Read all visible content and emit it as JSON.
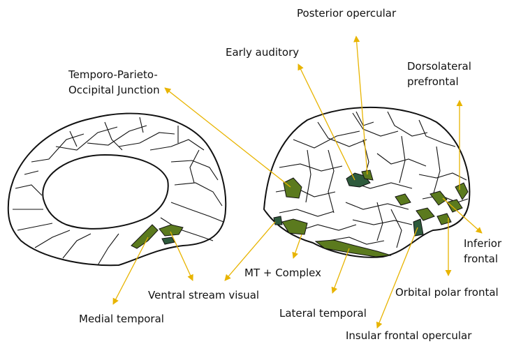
{
  "colors": {
    "arrow": "#e8b400",
    "region_fill": "#5b7a1e",
    "region_fill_dark": "#2e5a3c",
    "outline": "#111111"
  },
  "labels": {
    "posterior_opercular": "Posterior opercular",
    "early_auditory": "Early auditory",
    "tpoj_line1": "Temporo-Parieto-",
    "tpoj_line2": "Occipital Junction",
    "dlpfc_line1": "Dorsolateral",
    "dlpfc_line2": "prefrontal",
    "inferior_frontal_line1": "Inferior",
    "inferior_frontal_line2": "frontal",
    "mt_complex": "MT + Complex",
    "ventral_stream": "Ventral stream visual",
    "orbital_polar": "Orbital polar frontal",
    "lateral_temporal": "Lateral temporal",
    "medial_temporal": "Medial temporal",
    "insular_frontal": "Insular frontal opercular"
  }
}
